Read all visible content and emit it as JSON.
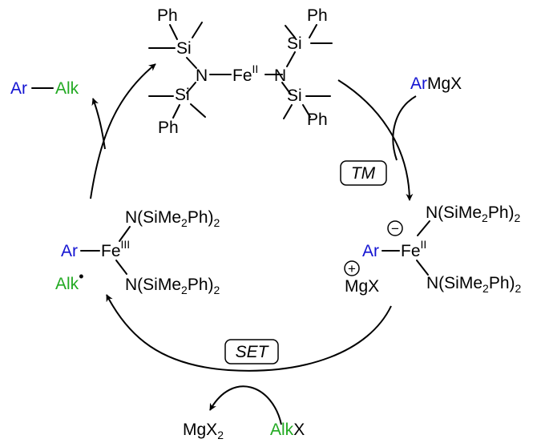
{
  "colors": {
    "aryl": "#1414d2",
    "alkyl": "#22aa22",
    "black": "#000000"
  },
  "top_complex": {
    "ph_top_left": "Ph",
    "si_top_left": "Si",
    "n_left": "N",
    "fe": "Fe",
    "fe_ox": "II",
    "n_right": "N",
    "ph_top_right": "Ph",
    "si_top_right": "Si",
    "si_bottom_left": "Si",
    "ph_bottom_left": "Ph",
    "si_bottom_right": "Si",
    "ph_bottom_right": "Ph"
  },
  "product": {
    "ar": "Ar",
    "alk": "Alk"
  },
  "grignard": {
    "ar": "Ar",
    "mgx": "MgX"
  },
  "steps": {
    "tm": "TM",
    "set": "SET"
  },
  "left_complex": {
    "n_top": "N(SiMe",
    "sub_top": "2",
    "ph_top": "Ph)",
    "sub_top2": "2",
    "ar": "Ar",
    "fe": "Fe",
    "fe_ox": "III",
    "n_bottom": "N(SiMe",
    "sub_bottom": "2",
    "ph_bottom": "Ph)",
    "sub_bottom2": "2",
    "alk": "Alk",
    "radical": "•"
  },
  "right_complex": {
    "n_top": "N(SiMe",
    "sub_top": "2",
    "ph_top": "Ph)",
    "sub_top2": "2",
    "ar": "Ar",
    "fe": "Fe",
    "fe_ox": "II",
    "n_bottom": "N(SiMe",
    "sub_bottom": "2",
    "ph_bottom": "Ph)",
    "sub_bottom2": "2",
    "minus": "−",
    "plus": "+",
    "mgx": "MgX"
  },
  "byproduct": {
    "mgx": "MgX",
    "sub": "2"
  },
  "alkyl_halide": {
    "alk": "Alk",
    "x": "X"
  }
}
